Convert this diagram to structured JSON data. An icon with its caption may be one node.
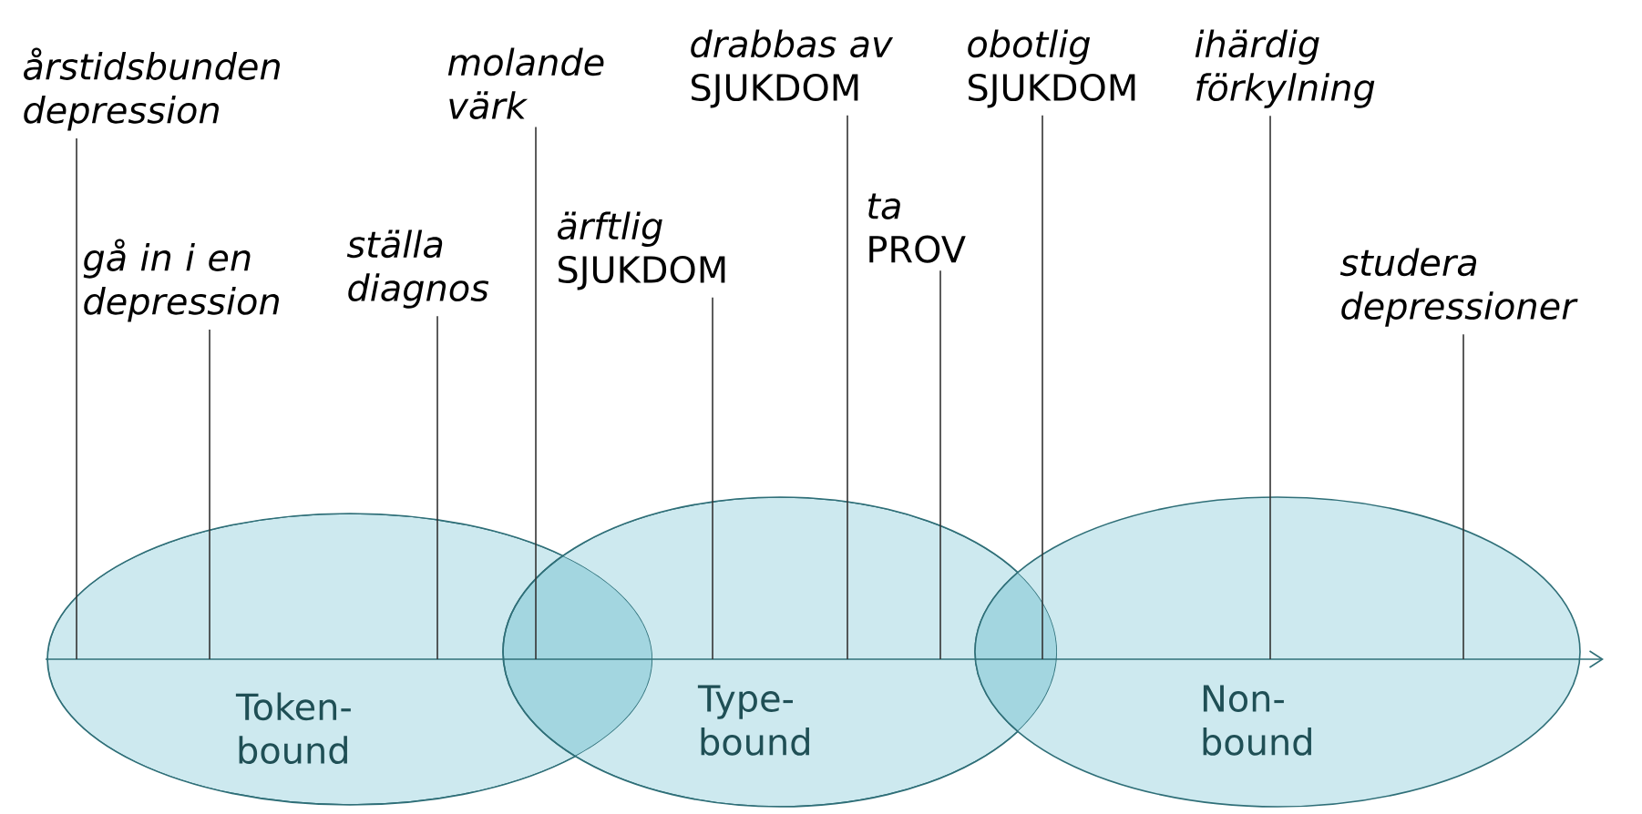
{
  "diagram": {
    "nodes": [
      {
        "text": [
          "årstidsbunden depression"
        ]
      },
      {
        "text": [
          "gå in i en depression"
        ]
      },
      {
        "text": [
          "ställa diagnos"
        ]
      },
      {
        "text": [
          "molande värk"
        ]
      },
      {
        "text": [
          "ärftlig",
          "SJUKDOM"
        ]
      },
      {
        "text": [
          "drabbas av",
          "SJUKDOM"
        ]
      },
      {
        "text": [
          "ta",
          "PROV"
        ]
      },
      {
        "text": [
          "obotlig",
          "SJUKDOM"
        ]
      },
      {
        "text": [
          "ihärdig förkylning"
        ]
      },
      {
        "text": [
          "studera depressioner"
        ]
      },
      {
        "text": [
          "Token- bound"
        ]
      },
      {
        "text": [
          "Type- bound"
        ]
      },
      {
        "text": [
          "Non- bound"
        ]
      },
      {
        "text": [],
        "shape": "line"
      }
    ],
    "edges": [
      {
        "from": 0,
        "to": 13,
        "arrow": "none"
      },
      {
        "from": 1,
        "to": 13,
        "arrow": "none"
      },
      {
        "from": 2,
        "to": 13,
        "arrow": "none"
      },
      {
        "from": 3,
        "to": 13,
        "arrow": "none"
      },
      {
        "from": 4,
        "to": 13,
        "arrow": "none"
      },
      {
        "from": 5,
        "to": 13,
        "arrow": "none"
      },
      {
        "from": 6,
        "to": 13,
        "arrow": "none"
      },
      {
        "from": 7,
        "to": 13,
        "arrow": "none"
      },
      {
        "from": 8,
        "to": 13,
        "arrow": "none"
      },
      {
        "from": 9,
        "to": 13,
        "arrow": "none"
      }
    ]
  }
}
